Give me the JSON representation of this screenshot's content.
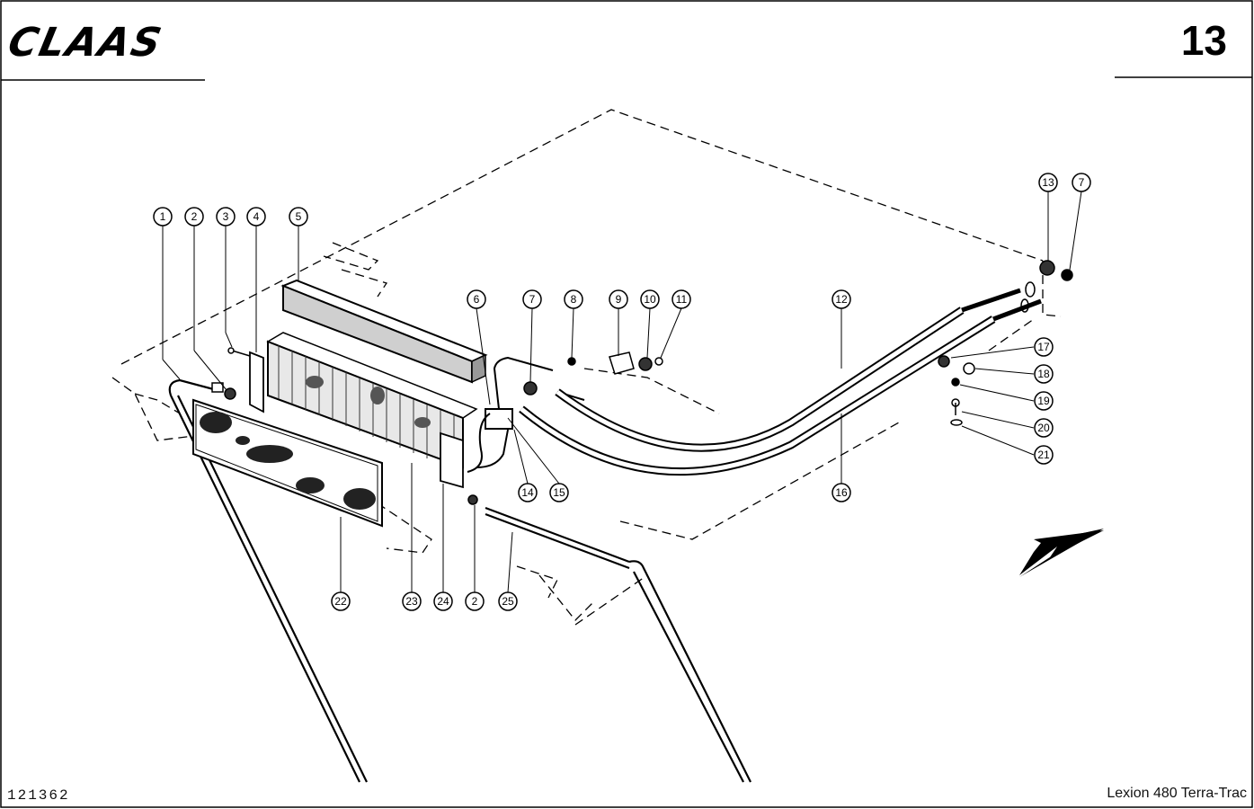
{
  "header": {
    "logo_text": "CLAAS",
    "page_number": "13"
  },
  "footer": {
    "drawing_number": "121362",
    "model": "Lexion 480 Terra-Trac"
  },
  "callouts": [
    {
      "id": "c1",
      "label": "1"
    },
    {
      "id": "c2a",
      "label": "2"
    },
    {
      "id": "c3",
      "label": "3"
    },
    {
      "id": "c4",
      "label": "4"
    },
    {
      "id": "c5",
      "label": "5"
    },
    {
      "id": "c6",
      "label": "6"
    },
    {
      "id": "c7a",
      "label": "7"
    },
    {
      "id": "c8",
      "label": "8"
    },
    {
      "id": "c9",
      "label": "9"
    },
    {
      "id": "c10",
      "label": "10"
    },
    {
      "id": "c11",
      "label": "11"
    },
    {
      "id": "c12",
      "label": "12"
    },
    {
      "id": "c13",
      "label": "13"
    },
    {
      "id": "c7b",
      "label": "7"
    },
    {
      "id": "c17",
      "label": "17"
    },
    {
      "id": "c18",
      "label": "18"
    },
    {
      "id": "c19",
      "label": "19"
    },
    {
      "id": "c20",
      "label": "20"
    },
    {
      "id": "c21",
      "label": "21"
    },
    {
      "id": "c14",
      "label": "14"
    },
    {
      "id": "c15",
      "label": "15"
    },
    {
      "id": "c16",
      "label": "16"
    },
    {
      "id": "c22",
      "label": "22"
    },
    {
      "id": "c23",
      "label": "23"
    },
    {
      "id": "c24",
      "label": "24"
    },
    {
      "id": "c2b",
      "label": "2"
    },
    {
      "id": "c25",
      "label": "25"
    }
  ],
  "icons": {
    "direction_arrow": "arrow-icon"
  }
}
